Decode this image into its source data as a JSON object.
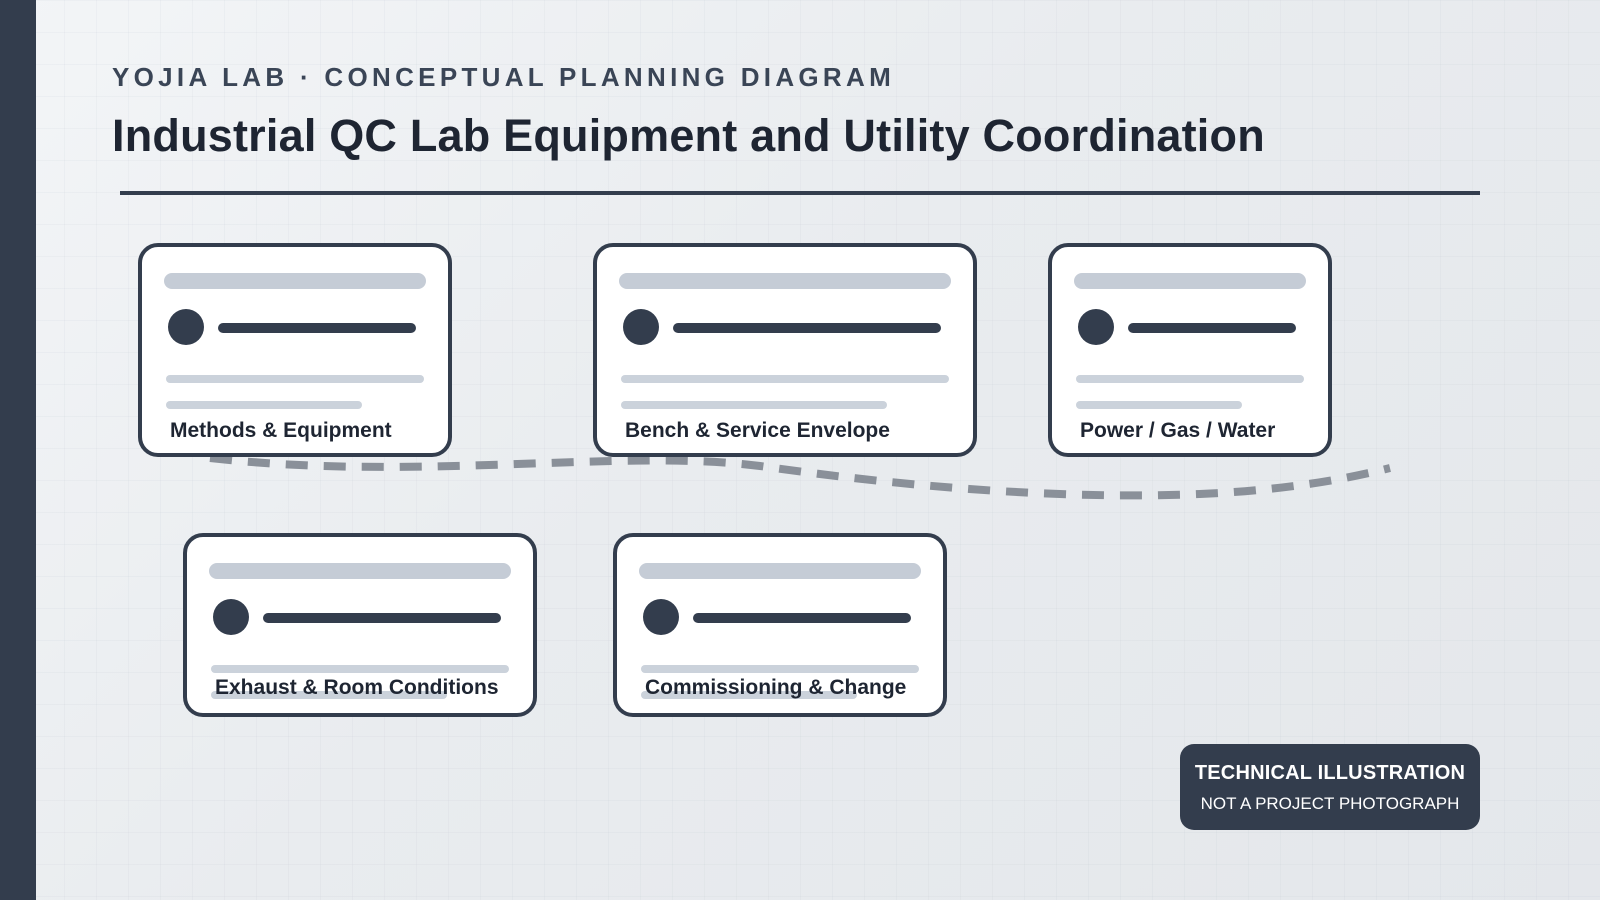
{
  "header": {
    "eyebrow": "YOJIA LAB · CONCEPTUAL PLANNING DIAGRAM",
    "title": "Industrial QC Lab Equipment and Utility Coordination"
  },
  "cards": [
    {
      "label": "Methods & Equipment"
    },
    {
      "label": "Bench & Service Envelope"
    },
    {
      "label": "Power / Gas / Water"
    },
    {
      "label": "Exhaust & Room Conditions"
    },
    {
      "label": "Commissioning & Change"
    }
  ],
  "badge": {
    "line1": "TECHNICAL ILLUSTRATION",
    "line2": "NOT A PROJECT PHOTOGRAPH"
  },
  "colors": {
    "accent_dark": "#333d4d",
    "placeholder_bar": "#c5ccd6",
    "connector": "#8a9099"
  }
}
